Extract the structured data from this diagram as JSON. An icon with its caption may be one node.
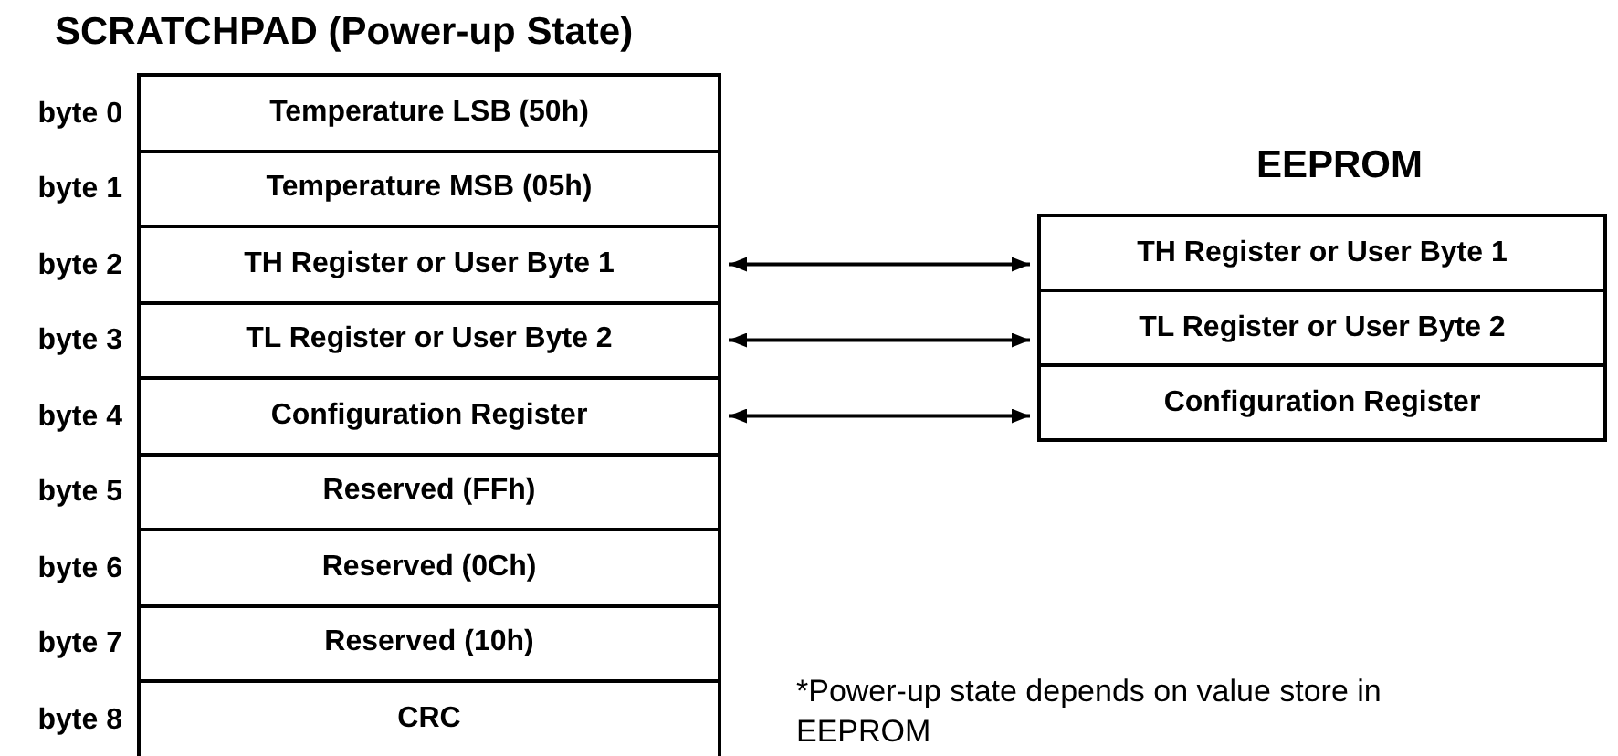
{
  "diagram": {
    "nodes": [
      {
        "text": [
          "SCRATCHPAD (Power-up State)"
        ]
      },
      {
        "text": [
          "Temperature LSB (50h)"
        ],
        "in": 0,
        "beside": [
          "byte 0"
        ]
      },
      {
        "text": [
          "Temperature MSB (05h)"
        ],
        "in": 0,
        "beside": [
          "byte 1"
        ]
      },
      {
        "text": [
          "TH Register or User Byte 1"
        ],
        "in": 0,
        "beside": [
          "byte 2"
        ]
      },
      {
        "text": [
          "TL Register or User Byte 2"
        ],
        "in": 0,
        "beside": [
          "byte 3"
        ]
      },
      {
        "text": [
          "Configuration Register"
        ],
        "in": 0,
        "beside": [
          "byte 4"
        ]
      },
      {
        "text": [
          "Reserved (FFh)"
        ],
        "in": 0,
        "beside": [
          "byte 5"
        ]
      },
      {
        "text": [
          "Reserved (0Ch)"
        ],
        "in": 0,
        "beside": [
          "byte 6"
        ]
      },
      {
        "text": [
          "Reserved (10h)"
        ],
        "in": 0,
        "beside": [
          "byte 7"
        ]
      },
      {
        "text": [
          "CRC"
        ],
        "in": 0,
        "beside": [
          "byte 8"
        ]
      },
      {
        "text": [
          "EEPROM"
        ]
      },
      {
        "text": [
          "TH Register or User Byte 1"
        ],
        "in": 10
      },
      {
        "text": [
          "TL Register or User Byte 2"
        ],
        "in": 10
      },
      {
        "text": [
          "Configuration Register"
        ],
        "in": 10
      }
    ],
    "edges": [
      {
        "from": 3,
        "to": 11,
        "arrow": "both"
      },
      {
        "from": 4,
        "to": 12,
        "arrow": "both"
      },
      {
        "from": 5,
        "to": 13,
        "arrow": "both"
      }
    ],
    "labels": [
      "*Power-up state depends on value store in EEPROM"
    ]
  }
}
